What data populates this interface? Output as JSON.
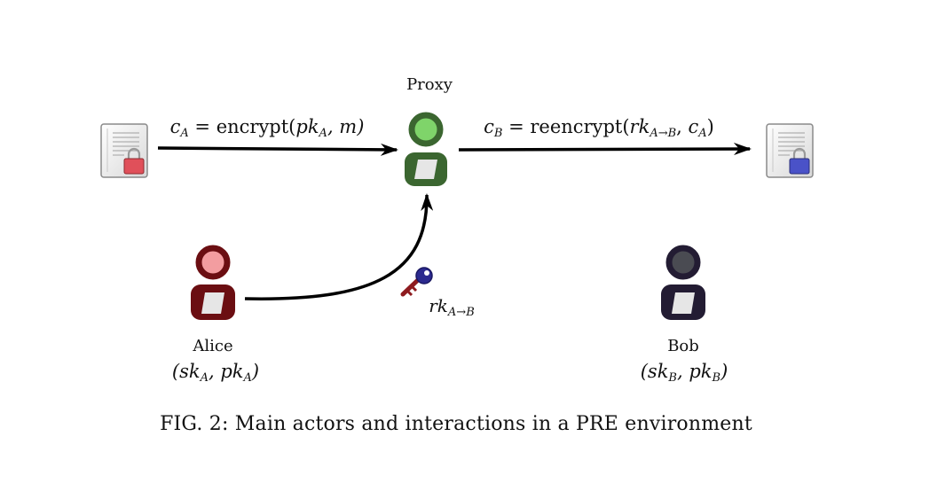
{
  "proxy": {
    "name": "Proxy",
    "color": "#3b6630",
    "face_color": "#7fd46a"
  },
  "alice": {
    "name": "Alice",
    "keys_open": "(",
    "sk": "sk",
    "sk_sub": "A",
    "sep": ", ",
    "pk": "pk",
    "pk_sub": "A",
    "keys_close": ")",
    "color": "#6b0e12",
    "face_color": "#f39da0"
  },
  "bob": {
    "name": "Bob",
    "keys_open": "(",
    "sk": "sk",
    "sk_sub": "B",
    "sep": ", ",
    "pk": "pk",
    "pk_sub": "B",
    "keys_close": ")",
    "color": "#231c33",
    "face_color": "#4a4b52"
  },
  "encrypt_label": {
    "c": "c",
    "c_sub": "A",
    "eq": " = encrypt(",
    "pk": "pk",
    "pk_sub": "A",
    "rest": ", m)"
  },
  "reencrypt_label": {
    "c": "c",
    "c_sub": "B",
    "eq": " = reencrypt(",
    "rk": "rk",
    "rk_sub": "A→B",
    "mid": ", ",
    "c2": "c",
    "c2_sub": "A",
    "close": ")"
  },
  "rekey_label": {
    "rk": "rk",
    "rk_sub": "A→B"
  },
  "doc_left": {
    "lock_color": "#e0505a"
  },
  "doc_right": {
    "lock_color": "#4a52c8"
  },
  "caption": "FIG. 2: Main actors and interactions in a PRE environment"
}
